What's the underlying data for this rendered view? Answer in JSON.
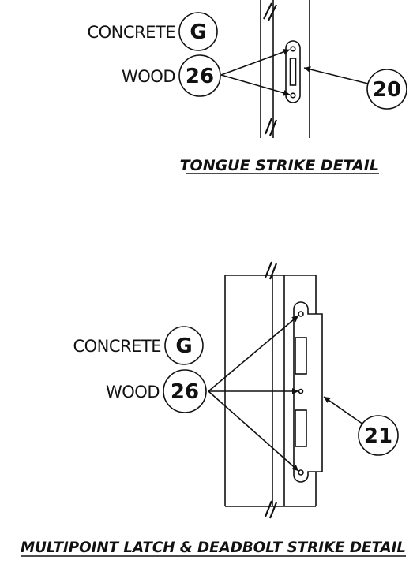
{
  "detail_top": {
    "title": "TONGUE STRIKE DETAIL",
    "concrete_label": "CONCRETE",
    "concrete_callout": "G",
    "wood_label": "WOOD",
    "wood_callout": "26",
    "strike_callout": "20"
  },
  "detail_bottom": {
    "title": "MULTIPOINT LATCH & DEADBOLT STRIKE DETAIL",
    "concrete_label": "CONCRETE",
    "concrete_callout": "G",
    "wood_label": "WOOD",
    "wood_callout": "26",
    "strike_callout": "21"
  }
}
